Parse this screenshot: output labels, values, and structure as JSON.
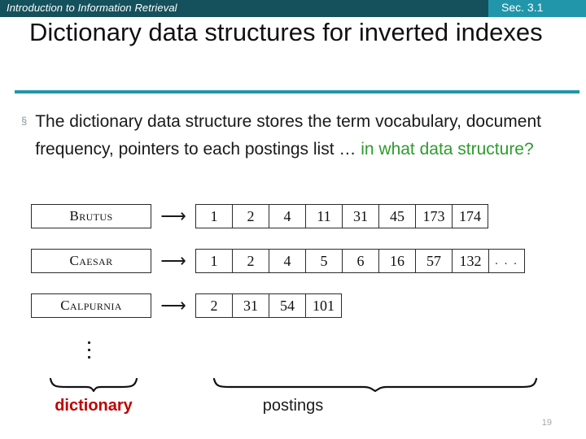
{
  "header": {
    "course_title": "Introduction to Information Retrieval",
    "section_badge": "Sec. 3.1",
    "bar_color": "#14515c",
    "badge_color": "#2196ab"
  },
  "slide": {
    "title": "Dictionary data structures for inverted indexes",
    "rule_color": "#2196ab",
    "page_number": "19"
  },
  "bullet": {
    "marker": "§",
    "text_plain": "The dictionary data structure stores the term vocabulary, document frequency, pointers to each postings list … ",
    "highlight": "in what data structure?",
    "highlight_color": "#2e9b2e"
  },
  "diagram": {
    "arrow_glyph": "⟶",
    "rows": [
      {
        "term": "Brutus",
        "postings": [
          "1",
          "2",
          "4",
          "11",
          "31",
          "45",
          "173",
          "174"
        ]
      },
      {
        "term": "Caesar",
        "postings": [
          "1",
          "2",
          "4",
          "5",
          "6",
          "16",
          "57",
          "132",
          ". . ."
        ]
      },
      {
        "term": "Calpurnia",
        "postings": [
          "2",
          "31",
          "54",
          "101"
        ]
      }
    ],
    "vertical_ellipsis": "⋮",
    "dictionary_label": "dictionary",
    "dictionary_label_color": "#c00000",
    "postings_label": "postings",
    "postings_label_color": "#1a1a1a"
  }
}
